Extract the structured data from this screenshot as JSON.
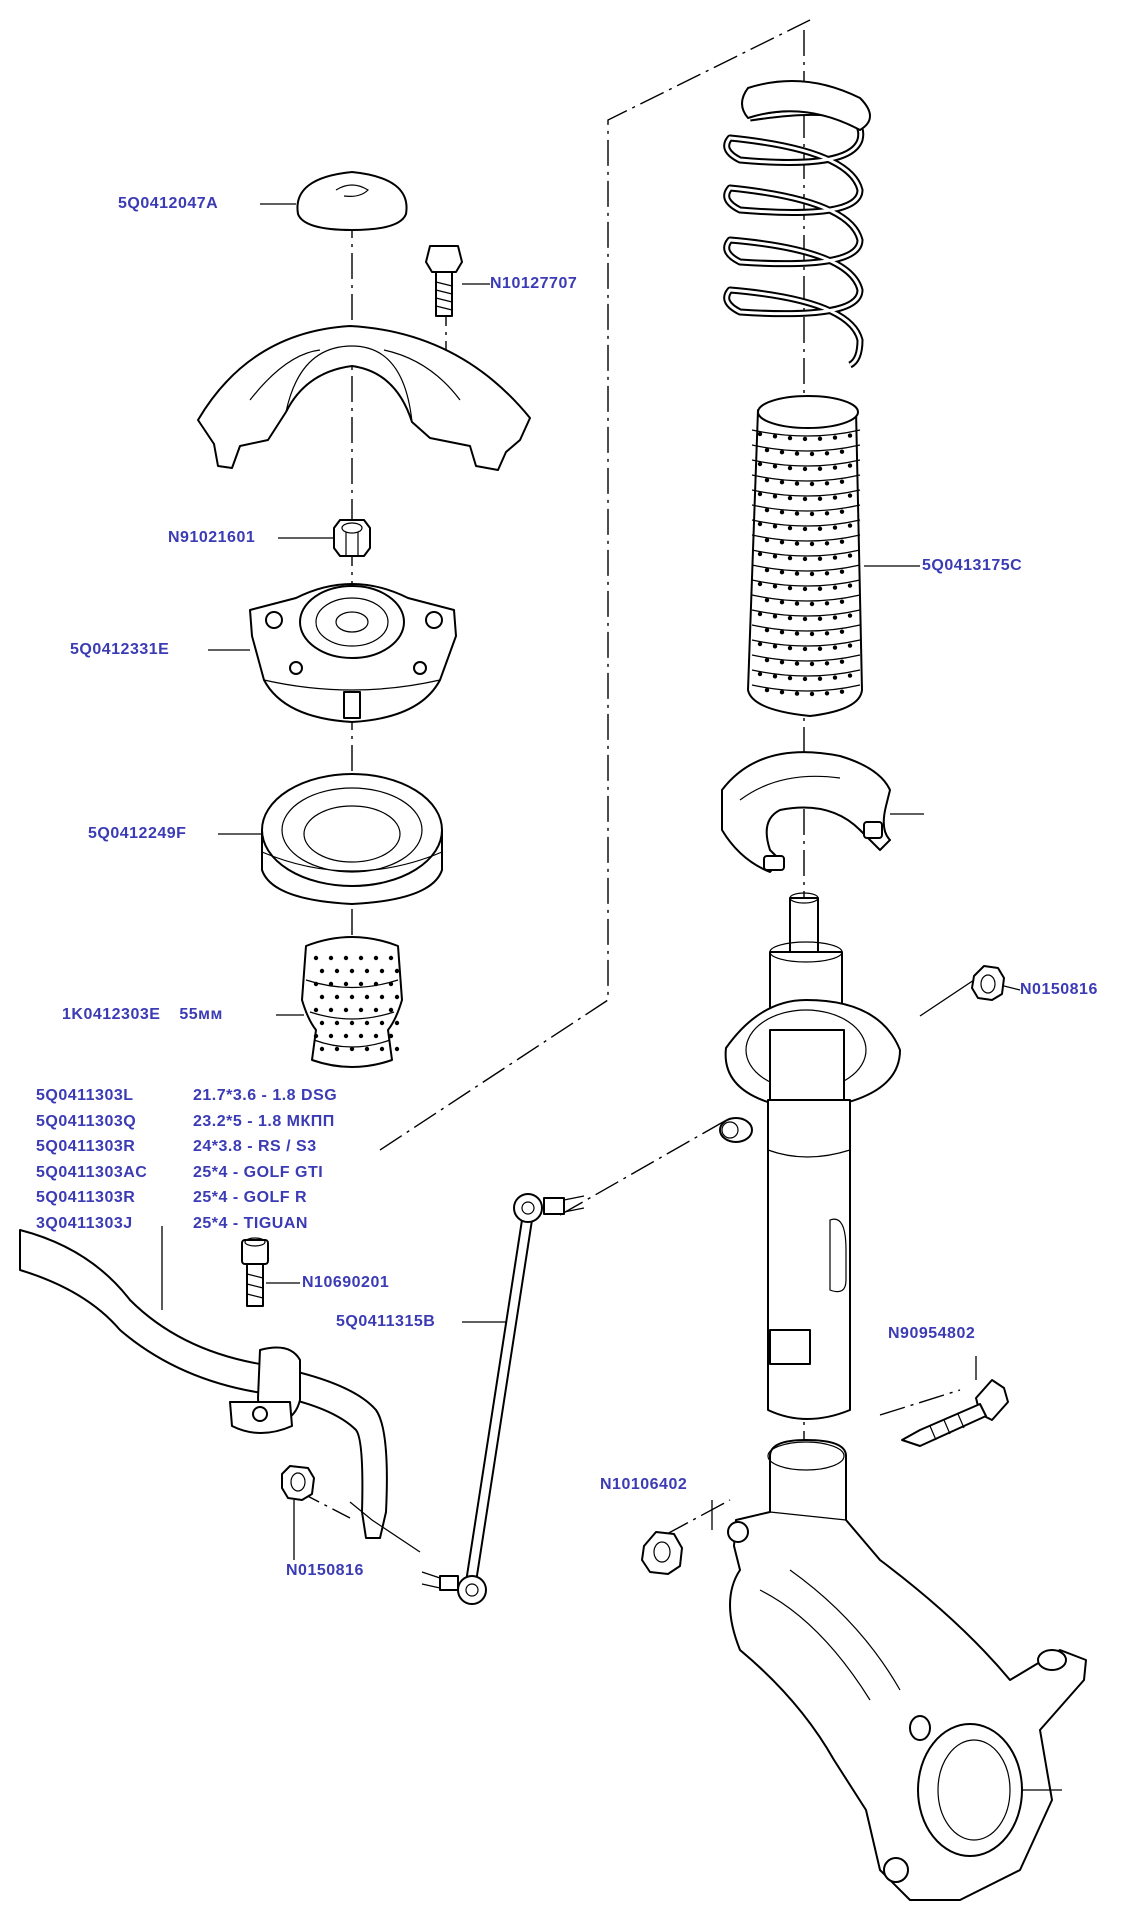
{
  "parts": {
    "top_cap": "5Q0412047A",
    "bolt_top": "N10127707",
    "nut_top": "N91021601",
    "strut_mount": "5Q0412331E",
    "bearing": "5Q0412249F",
    "bump_stop_code": "1K0412303E",
    "bump_stop_size": "55мм",
    "dust_boot": "5Q0413175C",
    "nut_right": "N0150816",
    "link_rod": "5Q0411315B",
    "bolt_clamp": "N10690201",
    "bolt_knuckle": "N90954802",
    "nut_knuckle": "N10106402",
    "nut_bottom": "N0150816"
  },
  "stabilizer_options": [
    {
      "code": "5Q0411303L",
      "spec": "21.7*3.6 - 1.8 DSG"
    },
    {
      "code": "5Q0411303Q",
      "spec": "23.2*5 - 1.8 МКПП"
    },
    {
      "code": "5Q0411303R",
      "spec": "24*3.8 - RS / S3"
    },
    {
      "code": "5Q0411303AC",
      "spec": "25*4 - GOLF GTI"
    },
    {
      "code": "5Q0411303R",
      "spec": "25*4 - GOLF R"
    },
    {
      "code": "3Q0411303J",
      "spec": "25*4 - TIGUAN"
    }
  ],
  "colors": {
    "label": "#3b3bb5",
    "line": "#000000",
    "background": "#ffffff"
  }
}
